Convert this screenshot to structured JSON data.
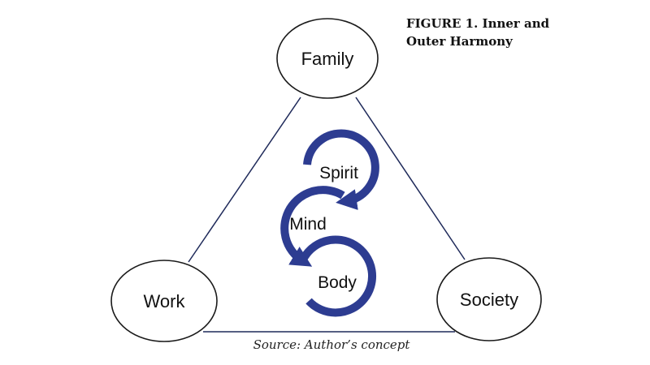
{
  "figure": {
    "title": "FIGURE 1. Inner and Outer Harmony",
    "source": "Source: Author’s concept"
  },
  "outer": {
    "top": "Family",
    "left": "Work",
    "right": "Society"
  },
  "inner": {
    "top": "Spirit",
    "middle": "Mind",
    "bottom": "Body"
  },
  "colors": {
    "arrow": "#2d3c91",
    "line": "#1f2a5a",
    "text": "#111111"
  }
}
